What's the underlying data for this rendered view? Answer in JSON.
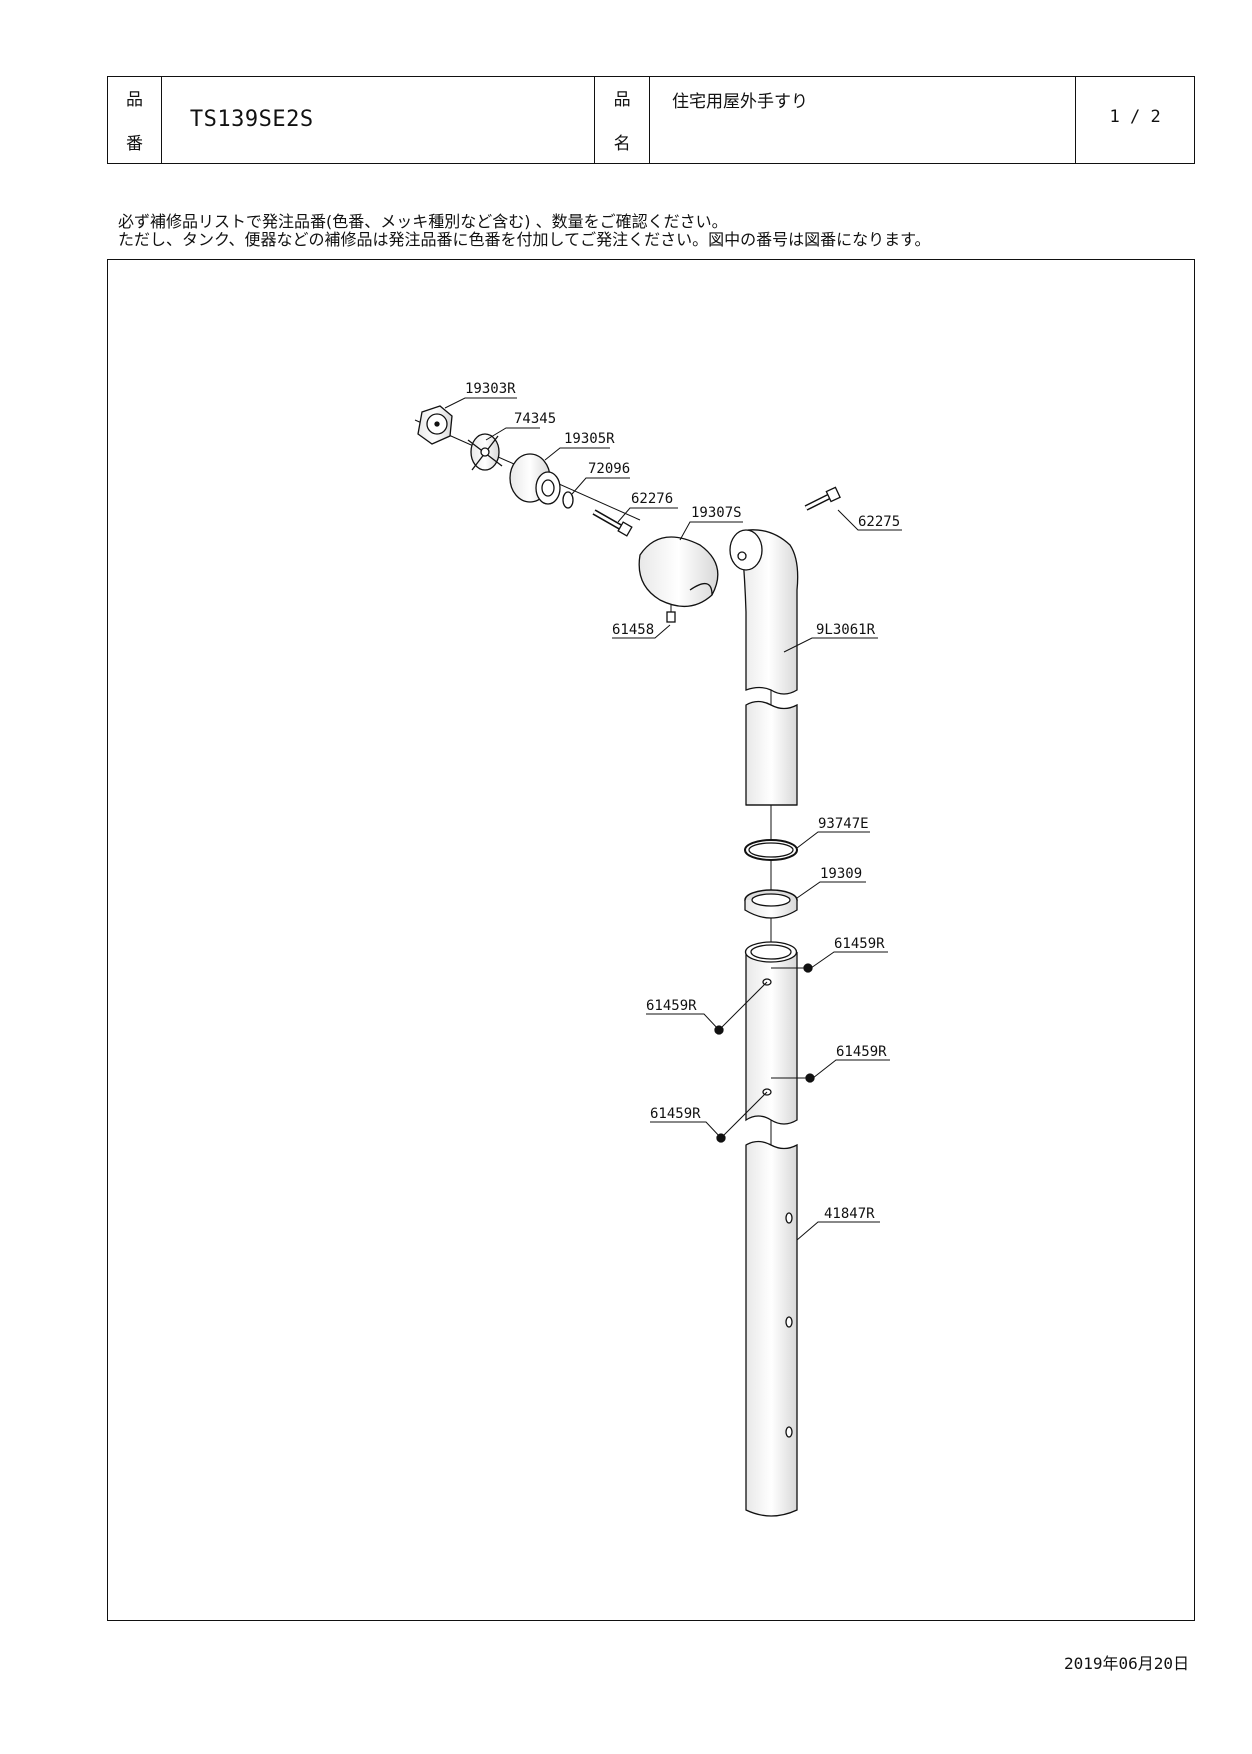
{
  "header": {
    "part_number_kana": [
      "品",
      "番"
    ],
    "part_number": "TS139SE2S",
    "product_name_kana": [
      "品",
      "名"
    ],
    "product_name": "住宅用屋外手すり",
    "page": "1 / 2"
  },
  "notes": [
    "必ず補修品リストで発注品番(色番、メッキ種別など含む) 、数量をご確認ください。",
    "ただし、タンク、便器などの補修品は発注品番に色番を付加してご発注ください。図中の番号は図番になります。"
  ],
  "diagram": {
    "labels": [
      "19303R",
      "74345",
      "19305R",
      "72096",
      "62276",
      "19307S",
      "62275",
      "61458",
      "9L3061R",
      "93747E",
      "19309",
      "61459R",
      "61459R",
      "61459R",
      "61459R",
      "41847R"
    ]
  },
  "date": "2019年06月20日"
}
